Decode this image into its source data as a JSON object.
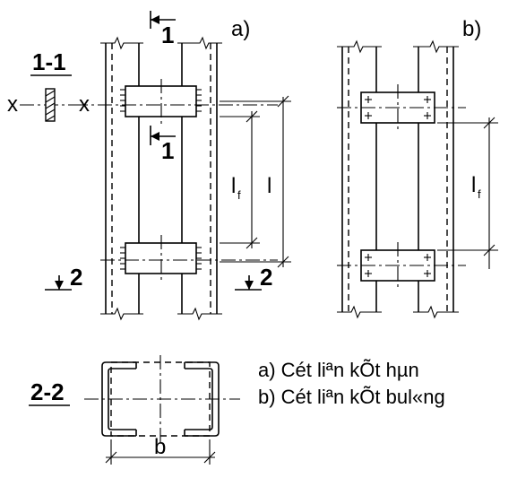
{
  "labels": {
    "section_1_1": "1-1",
    "section_2_2": "2-2",
    "cut_1": "1",
    "cut_2": "2",
    "variant_a": "a)",
    "variant_b": "b)",
    "axis_x_left": "x",
    "axis_x_right": "x",
    "dim_l": "l",
    "dim_lf_a": "l",
    "dim_lf_b": "l",
    "sub_f": "f",
    "dim_b": "b"
  },
  "legend": {
    "item_a": "a)  Cét liªn kÕt hµn",
    "item_b": "b)  Cét liªn kÕt bul«ng"
  }
}
